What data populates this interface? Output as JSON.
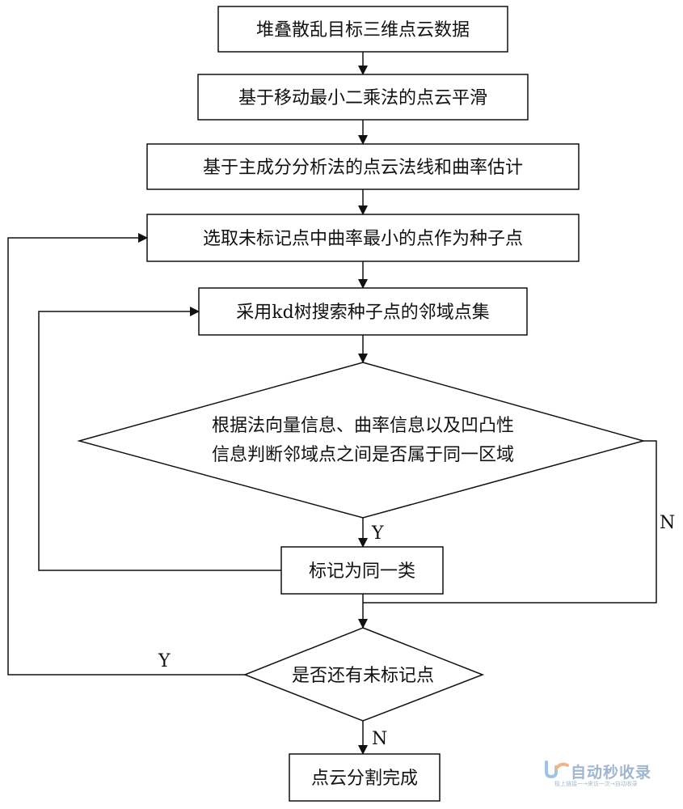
{
  "nodes": {
    "input_data": "堆叠散乱目标三维点云数据",
    "smoothing": "基于移动最小二乘法的点云平滑",
    "normal_estimation": "基于主成分分析法的点云法线和曲率估计",
    "seed_selection": "选取未标记点中曲率最小的点作为种子点",
    "neighbor_search": "采用kd树搜索种子点的邻域点集",
    "region_decision_line1": "根据法向量信息、曲率信息以及凹凸性",
    "region_decision_line2": "信息判断邻域点之间是否属于同一区域",
    "mark_same_class": "标记为同一类",
    "unmarked_check": "是否还有未标记点",
    "done": "点云分割完成"
  },
  "edge_labels": {
    "region_yes": "Y",
    "region_no": "N",
    "unmarked_yes": "Y",
    "unmarked_no": "N"
  },
  "watermark": {
    "title": "自动秒收录",
    "subtitle": "极上链接一→来访一次→自动收录"
  }
}
